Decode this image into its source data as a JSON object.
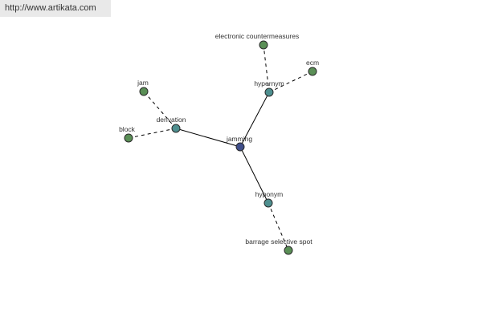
{
  "header": {
    "url": "http://www.artikata.com"
  },
  "colors": {
    "center": "#3f4e8a",
    "relation": "#4e8f8f",
    "leaf": "#5a8f56"
  },
  "graph": {
    "nodes": [
      {
        "id": "jamming",
        "label": "jamming",
        "role": "center"
      },
      {
        "id": "derivation",
        "label": "derivation",
        "role": "relation"
      },
      {
        "id": "hypernym",
        "label": "hypernym",
        "role": "relation"
      },
      {
        "id": "hyponym",
        "label": "hyponym",
        "role": "relation"
      },
      {
        "id": "jam",
        "label": "jam",
        "role": "leaf"
      },
      {
        "id": "block",
        "label": "block",
        "role": "leaf"
      },
      {
        "id": "electronic-countermeasures",
        "label": "electronic countermeasures",
        "role": "leaf"
      },
      {
        "id": "ecm",
        "label": "ecm",
        "role": "leaf"
      },
      {
        "id": "barrage-selective-spot",
        "label": "barrage selective spot",
        "role": "leaf"
      }
    ],
    "edges": [
      {
        "from": "jamming",
        "to": "derivation",
        "style": "solid"
      },
      {
        "from": "jamming",
        "to": "hypernym",
        "style": "solid"
      },
      {
        "from": "jamming",
        "to": "hyponym",
        "style": "solid"
      },
      {
        "from": "derivation",
        "to": "jam",
        "style": "dashed"
      },
      {
        "from": "derivation",
        "to": "block",
        "style": "dashed"
      },
      {
        "from": "hypernym",
        "to": "electronic-countermeasures",
        "style": "dashed"
      },
      {
        "from": "hypernym",
        "to": "ecm",
        "style": "dashed"
      },
      {
        "from": "hyponym",
        "to": "barrage-selective-spot",
        "style": "dashed"
      }
    ]
  }
}
